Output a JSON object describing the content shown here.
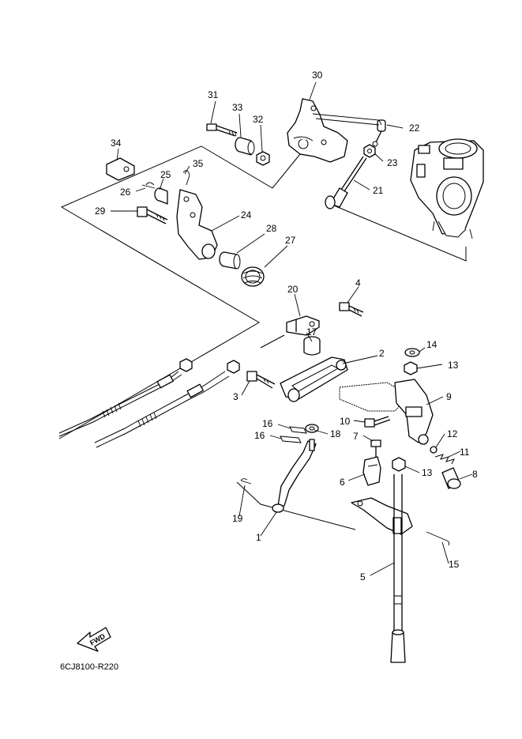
{
  "diagram_code": "6CJ8100-R220",
  "fwd_label": "FWD",
  "callouts": {
    "c1": "1",
    "c2": "2",
    "c3": "3",
    "c4": "4",
    "c5": "5",
    "c6": "6",
    "c7": "7",
    "c8": "8",
    "c9": "9",
    "c10": "10",
    "c11": "11",
    "c12": "12",
    "c13a": "13",
    "c13b": "13",
    "c14": "14",
    "c15": "15",
    "c16a": "16",
    "c16b": "16",
    "c17": "17",
    "c18": "18",
    "c19": "19",
    "c20": "20",
    "c21": "21",
    "c22": "22",
    "c23": "23",
    "c24": "24",
    "c25": "25",
    "c26": "26",
    "c27": "27",
    "c28": "28",
    "c29": "29",
    "c30": "30",
    "c31": "31",
    "c32": "32",
    "c33": "33",
    "c34": "34",
    "c35": "35"
  }
}
